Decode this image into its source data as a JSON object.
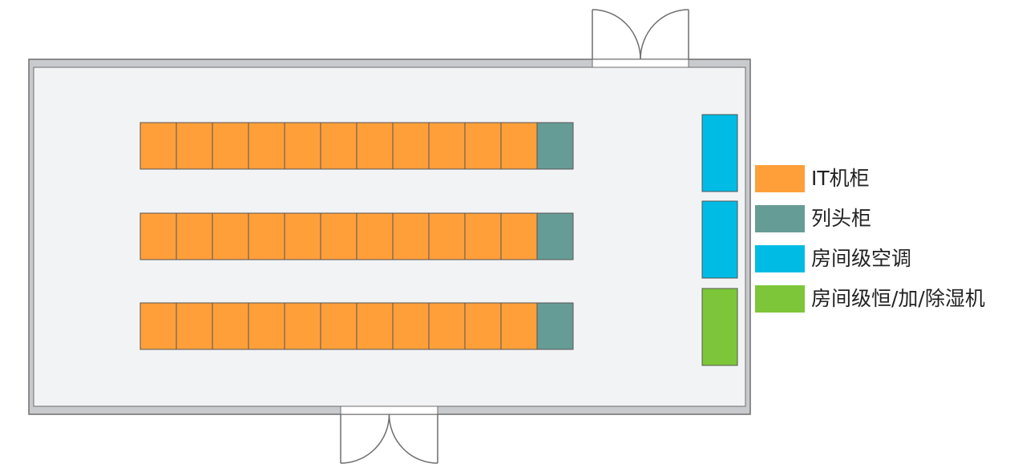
{
  "diagram": {
    "racks": {
      "rows": 3,
      "it_cabinets_per_row": 11,
      "head_cabinets_per_row": 1
    },
    "crac_units": 2,
    "humidifier_units": 1,
    "doors": 2
  },
  "legend": [
    {
      "key": "it-cabinet",
      "label": "IT机柜",
      "color": "#FF9F3A"
    },
    {
      "key": "head-cabinet",
      "label": "列头柜",
      "color": "#669C96"
    },
    {
      "key": "room-ac",
      "label": "房间级空调",
      "color": "#00BCE4"
    },
    {
      "key": "room-humidifier",
      "label": "房间级恒/加/除湿机",
      "color": "#7DC639"
    }
  ],
  "colors": {
    "room_floor": "#F2F3F5",
    "wall": "#C8CACD",
    "wall_line": "#6E6E6E",
    "cell_stroke": "#555555"
  }
}
